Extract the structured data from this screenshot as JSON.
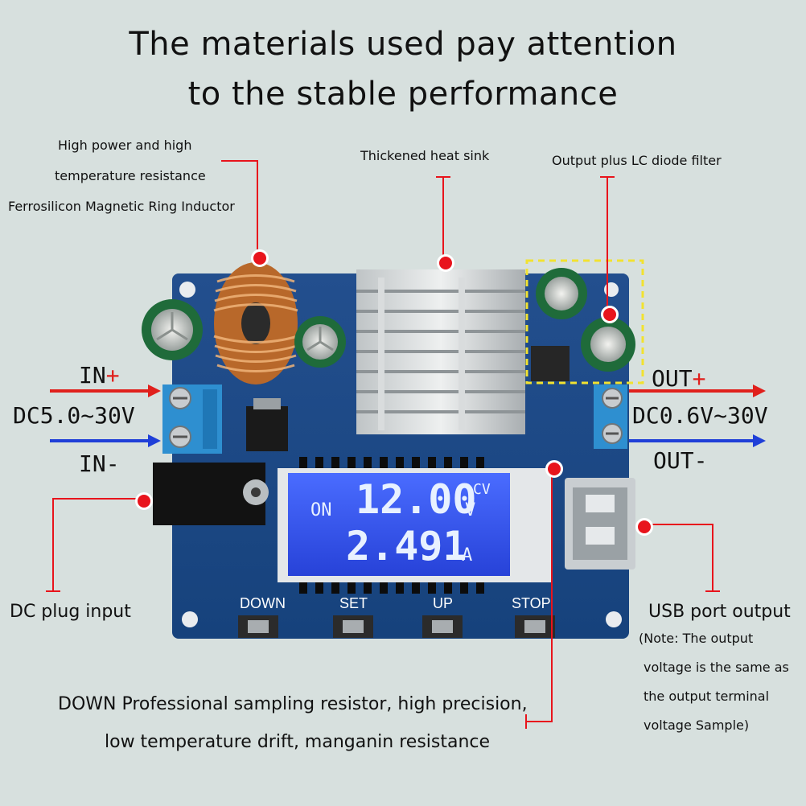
{
  "title": {
    "line1": "The materials used pay attention",
    "line2": "to the stable performance"
  },
  "callouts": {
    "inductor_1": "High power and high",
    "inductor_2": "temperature resistance",
    "inductor_3": "Ferrosilicon Magnetic Ring Inductor",
    "heatsink": "Thickened heat sink",
    "filter": "Output plus LC diode filter",
    "dc_plug": "DC plug input",
    "usb_1": "USB port output",
    "usb_2": "(Note: The output",
    "usb_3": "voltage is the same as",
    "usb_4": "the output terminal",
    "usb_5": "voltage Sample)",
    "sampling_1": "DOWN Professional sampling resistor, high precision,",
    "sampling_2": "low temperature drift, manganin resistance"
  },
  "io": {
    "in_plus_text": "IN",
    "in_plus_sign": "+",
    "in_range": "DC5.0~30V",
    "in_minus": "IN-",
    "out_plus_text": "OUT",
    "out_plus_sign": "+",
    "out_range": "DC0.6V~30V",
    "out_minus": "OUT-"
  },
  "lcd": {
    "status": "ON",
    "voltage": "12.00",
    "voltage_mode": "CV",
    "voltage_unit": "V",
    "current": "2.491",
    "current_unit": "A"
  },
  "buttons": [
    "DOWN",
    "SET",
    "UP",
    "STOP"
  ],
  "colors": {
    "background": "#d7e0de",
    "pcb": "#1f4f8f",
    "arrow_in_plus": "#e0201c",
    "arrow_in_minus": "#1f3fd8",
    "callout_line": "#e8141c",
    "lcd_backlight": "#3a5cff"
  }
}
